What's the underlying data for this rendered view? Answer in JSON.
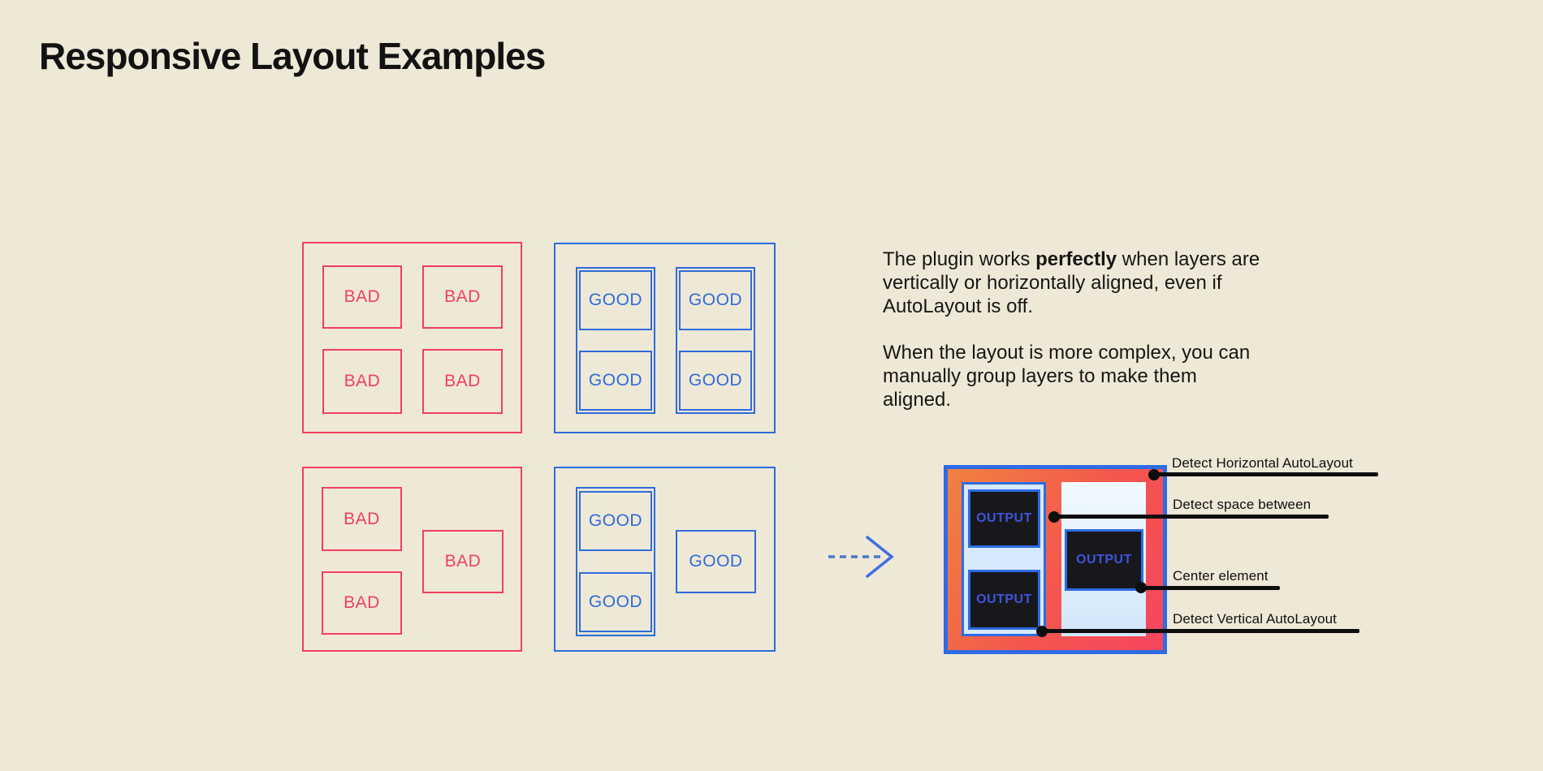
{
  "title": "Responsive Layout Examples",
  "labels": {
    "bad": "BAD",
    "good": "GOOD",
    "output": "OUTPUT"
  },
  "description": {
    "p1_before": "The plugin works ",
    "p1_bold": "perfectly",
    "p1_after": " when layers are vertically or horizontally aligned, even if AutoLayout is off.",
    "p2": "When the layout is more complex, you can manually group layers to make them aligned."
  },
  "annotations": {
    "horizontal": "Detect Horizontal AutoLayout",
    "space_between": "Detect space between",
    "center": "Center element",
    "vertical": "Detect Vertical AutoLayout"
  },
  "icons": {
    "arrow_right": "dashed-line-with-chevron",
    "annotation_dot": "filled-circle"
  },
  "colors": {
    "background": "#EEE8D7",
    "bad_red": "#F23F5D",
    "good_blue": "#2F6BDB",
    "output_frame_blue": "#2E6BE4",
    "output_gradient_start": "#F0823F",
    "output_gradient_end": "#F5465E",
    "panel_light_blue": "#D7EAFB",
    "dark_box": "#18181C",
    "output_text_blue": "#3D55DC",
    "annotation_black": "#0D0D0D",
    "text_ink": "#161613"
  }
}
